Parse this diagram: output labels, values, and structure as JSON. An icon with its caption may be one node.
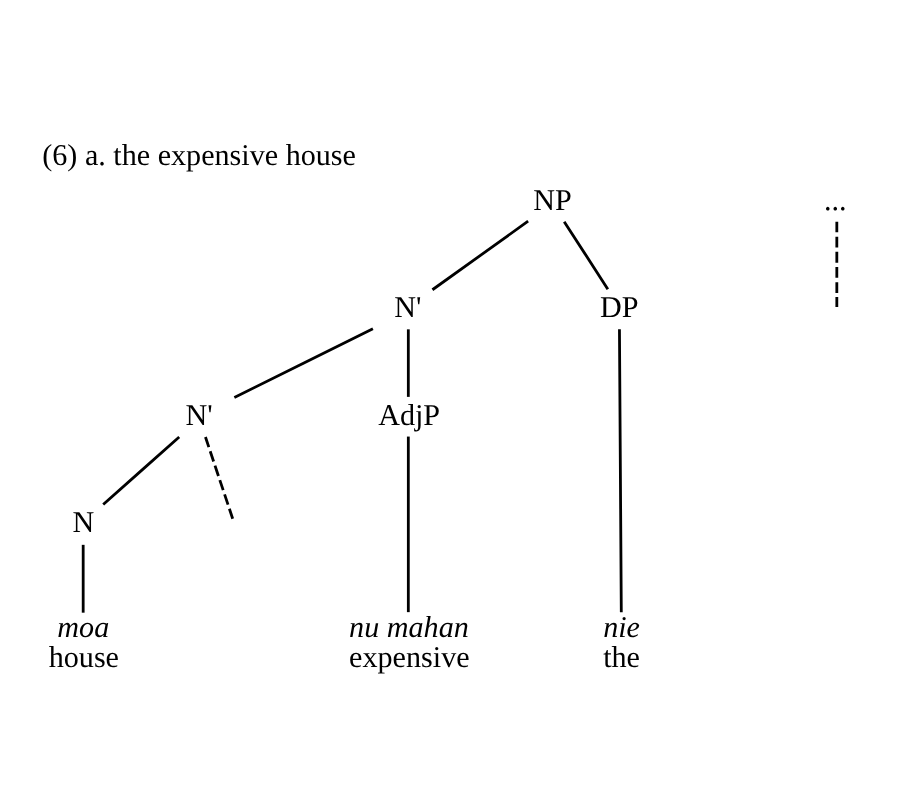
{
  "diagram": {
    "title": "(6) a. the expensive house",
    "nodes": [
      {
        "text": [
          "NP"
        ]
      },
      {
        "text": [
          "N'"
        ]
      },
      {
        "text": [
          "DP"
        ]
      },
      {
        "text": [
          "N'"
        ]
      },
      {
        "text": [
          "AdjP"
        ]
      },
      {
        "text": [
          "N"
        ]
      },
      {
        "text": [
          "..."
        ]
      },
      {
        "text": [
          "moa",
          "house"
        ]
      },
      {
        "text": [
          "nu mahan",
          "expensive"
        ]
      },
      {
        "text": [
          "nie",
          "the"
        ]
      }
    ],
    "edges": [
      {
        "from": 0,
        "to": 1,
        "arrow": "none"
      },
      {
        "from": 0,
        "to": 2,
        "arrow": "none"
      },
      {
        "from": 1,
        "to": 3,
        "arrow": "none"
      },
      {
        "from": 1,
        "to": 4,
        "arrow": "none"
      },
      {
        "from": 3,
        "to": 5,
        "arrow": "none"
      },
      {
        "from": 3,
        "to": null,
        "arrow": "none",
        "style": "dashed"
      },
      {
        "from": 5,
        "to": 7,
        "arrow": "none"
      },
      {
        "from": 6,
        "to": null,
        "arrow": "none",
        "style": "dashed"
      },
      {
        "from": 4,
        "to": 8,
        "arrow": "none"
      },
      {
        "from": 2,
        "to": 9,
        "arrow": "none"
      }
    ]
  }
}
